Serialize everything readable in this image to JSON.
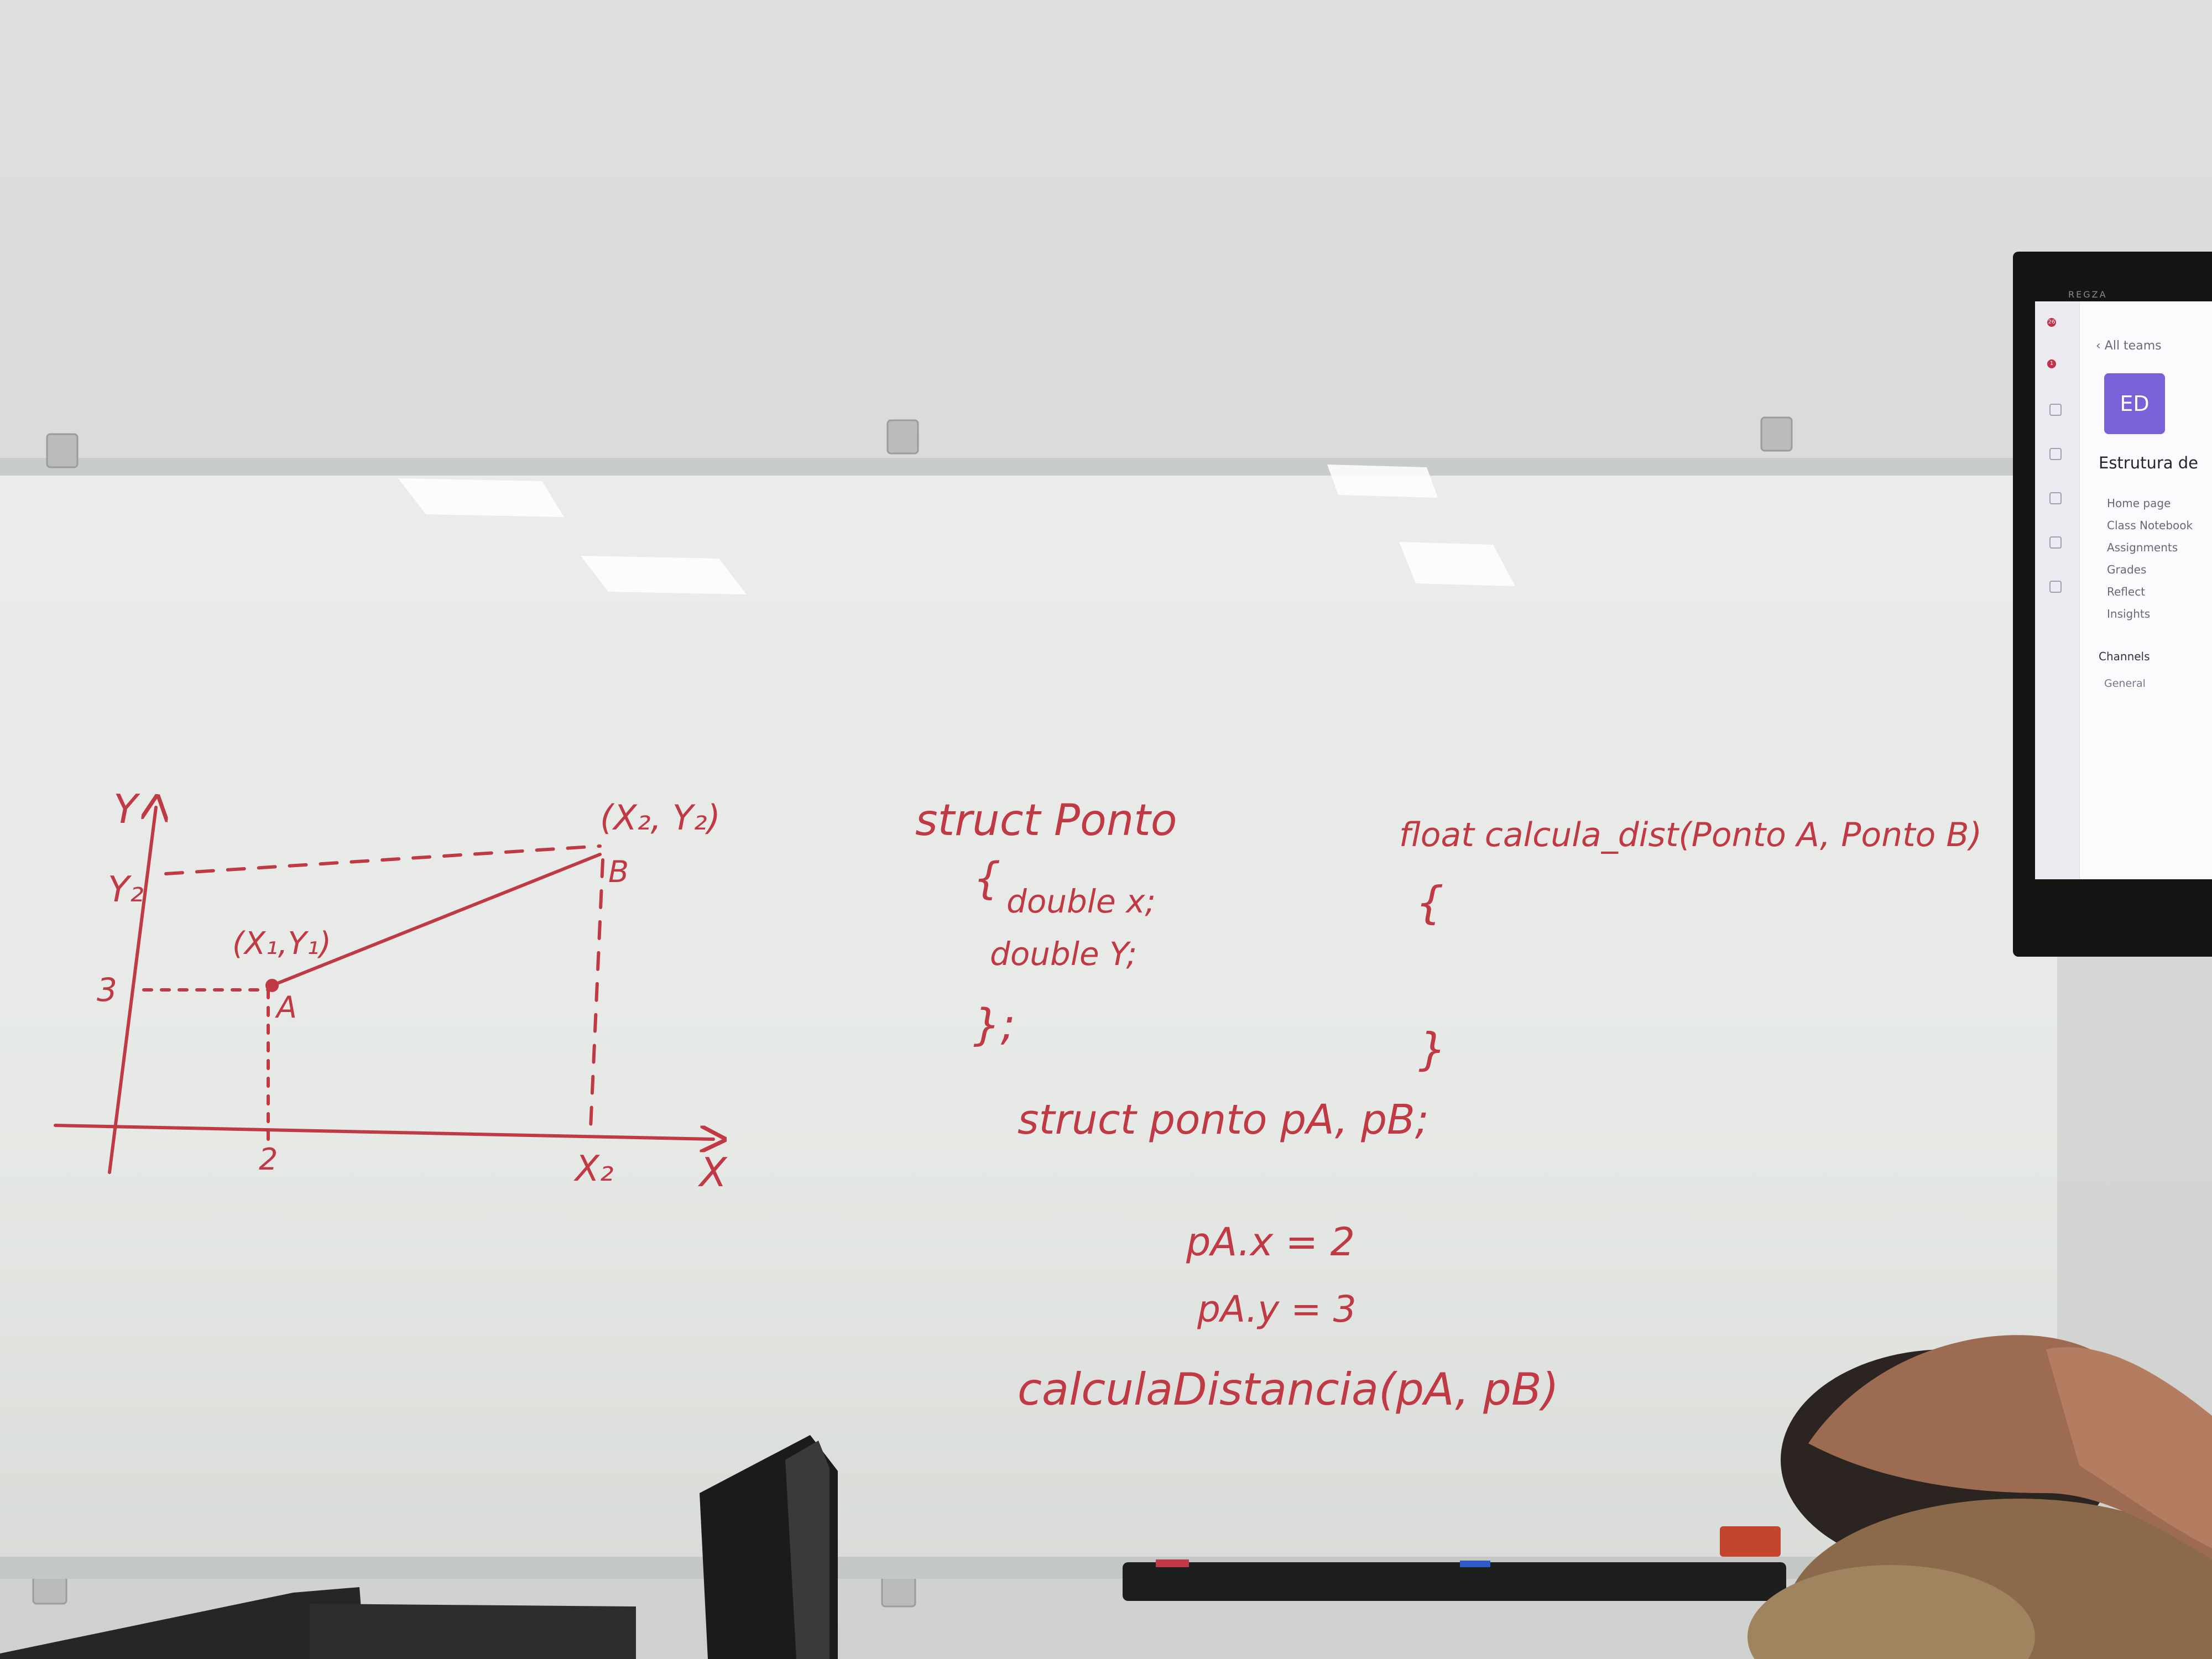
{
  "whiteboard": {
    "graph": {
      "y_axis_label": "Y",
      "x_axis_label": "X",
      "y2_tick": "Y₂",
      "y1_tick": "3",
      "x1_tick": "2",
      "x2_tick": "X₂",
      "point_a_label": "A",
      "point_a_coords": "(X₁,Y₁)",
      "point_b_label": "B",
      "point_b_coords": "(X₂, Y₂)"
    },
    "struct_code": {
      "line1": "struct Ponto",
      "line2": "{",
      "line3": "double x;",
      "line4": "double Y;",
      "line5": "};"
    },
    "function_code": {
      "signature": "float calcula_dist(Ponto A, Ponto B)",
      "open_brace": "{",
      "close_brace": "}"
    },
    "declaration": "struct ponto pA, pB;",
    "assign_x": "pA.x = 2",
    "assign_y": "pA.y = 3",
    "call": "calculaDistancia(pA, pB)"
  },
  "tv": {
    "brand": "REGZA",
    "activity_badge": "26",
    "alert_badge": "1",
    "back_link": "‹ All teams",
    "team_avatar": "ED",
    "team_name": "Estrutura de",
    "nav": [
      "Home page",
      "Class Notebook",
      "Assignments",
      "Grades",
      "Reflect",
      "Insights"
    ],
    "channels_heading": "Channels",
    "channel_general": "General"
  },
  "colors": {
    "wall": "#d6d8d6",
    "board": "#e7ebe7",
    "marker": "#c03a45",
    "teams_purple": "#7b61d8"
  }
}
